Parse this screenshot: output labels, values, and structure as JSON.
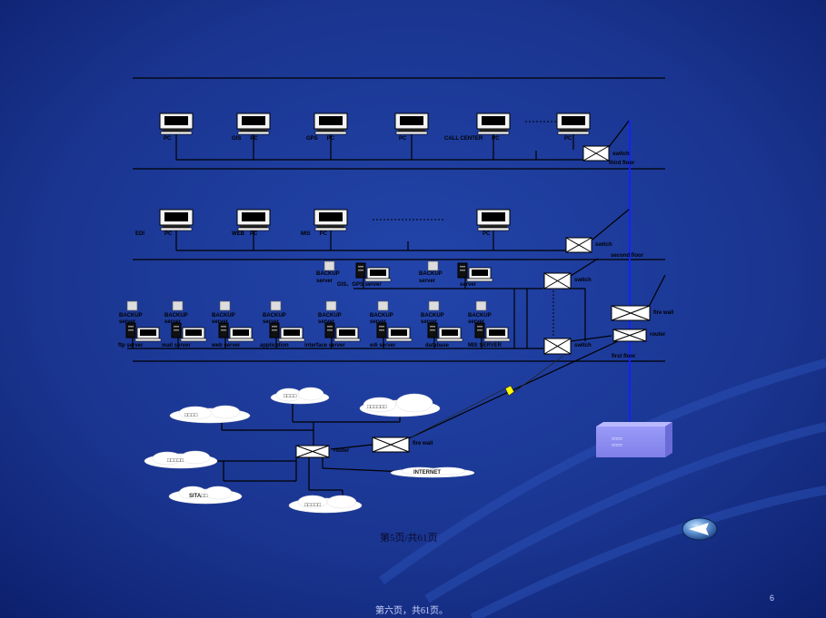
{
  "floors": {
    "third": "third floor",
    "second": "second floor",
    "first": "first floor"
  },
  "third_floor_pcs": [
    {
      "prefix": "",
      "label": "PC"
    },
    {
      "prefix": "GIS",
      "label": "PC"
    },
    {
      "prefix": "GPS",
      "label": "PC"
    },
    {
      "prefix": "",
      "label": "PC"
    },
    {
      "prefix": "CALL CENTER",
      "label": "PC"
    },
    {
      "prefix": "",
      "label": "PC"
    }
  ],
  "second_floor_pcs": [
    {
      "prefix": "EDI",
      "label": "PC"
    },
    {
      "prefix": "WEB",
      "label": "PC"
    },
    {
      "prefix": "MIS",
      "label": "PC"
    },
    {
      "prefix": "",
      "label": "PC"
    }
  ],
  "switch_label": "switch",
  "firewall_label": "fire wall",
  "router_label": "router",
  "backup_label": "BACKUP",
  "server_word": "server",
  "upper_servers": [
    {
      "backup": "BACKUP",
      "sub": "server",
      "name": "GIS、GPS server"
    },
    {
      "backup": "BACKUP",
      "sub": "server",
      "name": "server"
    }
  ],
  "lower_servers": [
    {
      "backup": "BACKUP",
      "sub": "server",
      "name": "ftp server"
    },
    {
      "backup": "BACKUP",
      "sub": "server",
      "name": "mail server"
    },
    {
      "backup": "BACKUP",
      "sub": "server",
      "name": "web server"
    },
    {
      "backup": "BACKUP",
      "sub": "server",
      "name": "application"
    },
    {
      "backup": "BACKUP",
      "sub": "server",
      "name": "interface server"
    },
    {
      "backup": "BACKUP",
      "sub": "server",
      "name": "edi server"
    },
    {
      "backup": "BACKUP",
      "sub": "server",
      "name": "database"
    },
    {
      "backup": "BACKUP",
      "sub": "server",
      "name": "MIS SERVER"
    }
  ],
  "external": {
    "router": "router",
    "firewall": "fire wall",
    "clouds": [
      "□□□□",
      "□□□□□□",
      "□□□□□",
      "□□□□",
      "SITA□□",
      "□□□□□",
      "INTERNET"
    ]
  },
  "box_label": [
    "□□□□",
    "□□□□"
  ],
  "page_counter": "第5页/共61页",
  "footer_text": "第六页，共61页。",
  "slide_number": "6",
  "colors": {
    "background_center": "#1f3fa5",
    "background_edge": "#0b1e6a",
    "line": "#000000",
    "lightning": "#ffff00",
    "box": "#8f8ff5"
  },
  "icons": [
    "pc-icon",
    "server-icon",
    "switch-icon",
    "router-icon",
    "firewall-icon",
    "cloud-icon",
    "lightning-icon",
    "back-arrow-icon"
  ]
}
